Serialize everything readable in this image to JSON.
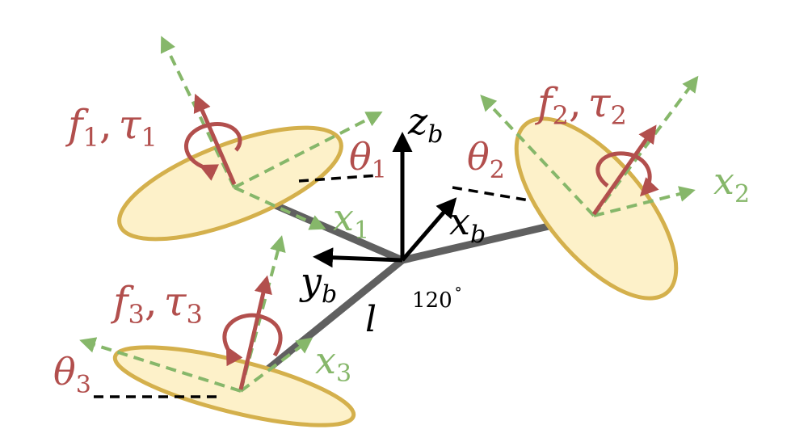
{
  "colors": {
    "rotor_fill": "#fdf1c9",
    "rotor_stroke": "#d4b04c",
    "arm": "#606060",
    "thrust_red": "#b24f4d",
    "axis_green": "#86b76a",
    "frame_black": "#000000"
  },
  "labels": {
    "rotor1": {
      "force": "f",
      "force_sub": "1",
      "sep": ",",
      "torque": "τ",
      "torque_sub": "1",
      "angle": "θ",
      "angle_sub": "1",
      "axis": "x",
      "axis_sub": "1"
    },
    "rotor2": {
      "force": "f",
      "force_sub": "2",
      "sep": ",",
      "torque": "τ",
      "torque_sub": "2",
      "angle": "θ",
      "angle_sub": "2",
      "axis": "x",
      "axis_sub": "2"
    },
    "rotor3": {
      "force": "f",
      "force_sub": "3",
      "sep": ",",
      "torque": "τ",
      "torque_sub": "3",
      "angle": "θ",
      "angle_sub": "3",
      "axis": "x",
      "axis_sub": "3"
    },
    "body": {
      "z": "z",
      "z_sub": "b",
      "x": "x",
      "x_sub": "b",
      "y": "y",
      "y_sub": "b",
      "arm_length": "l",
      "angle_value": "120",
      "angle_unit": "°"
    }
  }
}
